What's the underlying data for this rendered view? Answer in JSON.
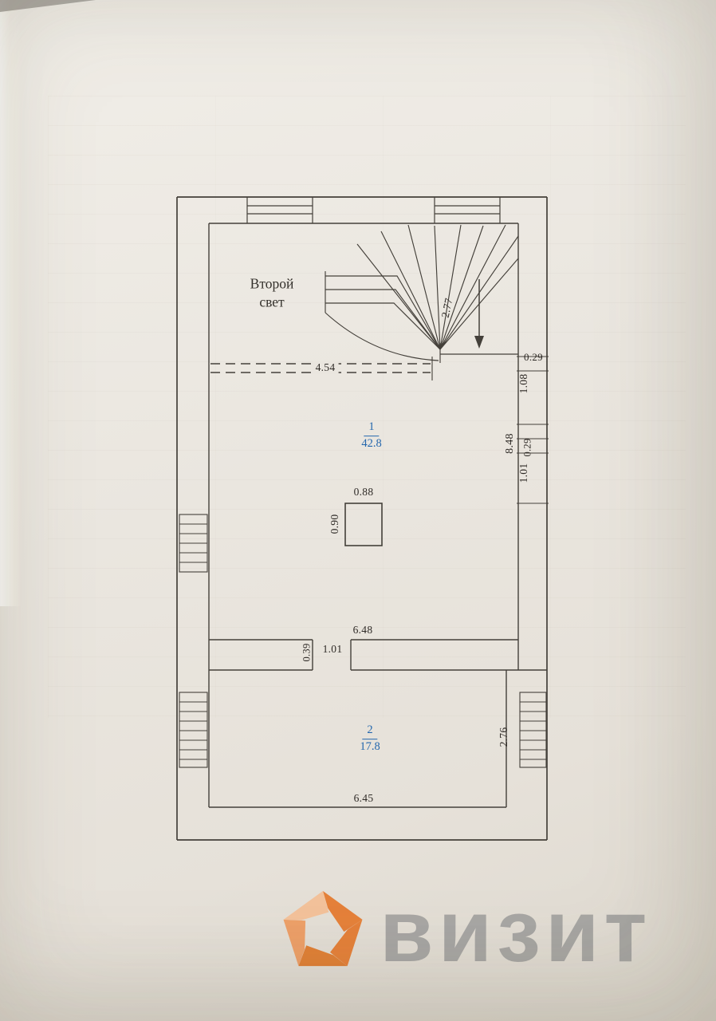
{
  "plan": {
    "second_light": {
      "line1": "Второй",
      "line2": "свет"
    },
    "rooms": [
      {
        "number": "1",
        "area": "42.8"
      },
      {
        "number": "2",
        "area": "17.8"
      }
    ],
    "dimensions": {
      "opening_width": "4.54",
      "stair_flight": "2.77",
      "right_top_segment": "0.29",
      "right_window_upper": "1.08",
      "room1_depth": "8.48",
      "right_mid_segment": "0.29",
      "right_window_lower": "1.01",
      "column_width": "0.88",
      "column_depth": "0.90",
      "room1_width": "6.48",
      "door_width": "1.01",
      "door_jamb": "0.39",
      "room2_depth": "2.76",
      "room2_width": "6.45"
    }
  },
  "watermark": {
    "text": "визит"
  },
  "colors": {
    "room_label_blue": "#2467ad",
    "line_dark": "#44403a",
    "paper": "#e9e5de",
    "logo_orange": "#e5823b",
    "watermark_gray": "#a3a2a0"
  }
}
